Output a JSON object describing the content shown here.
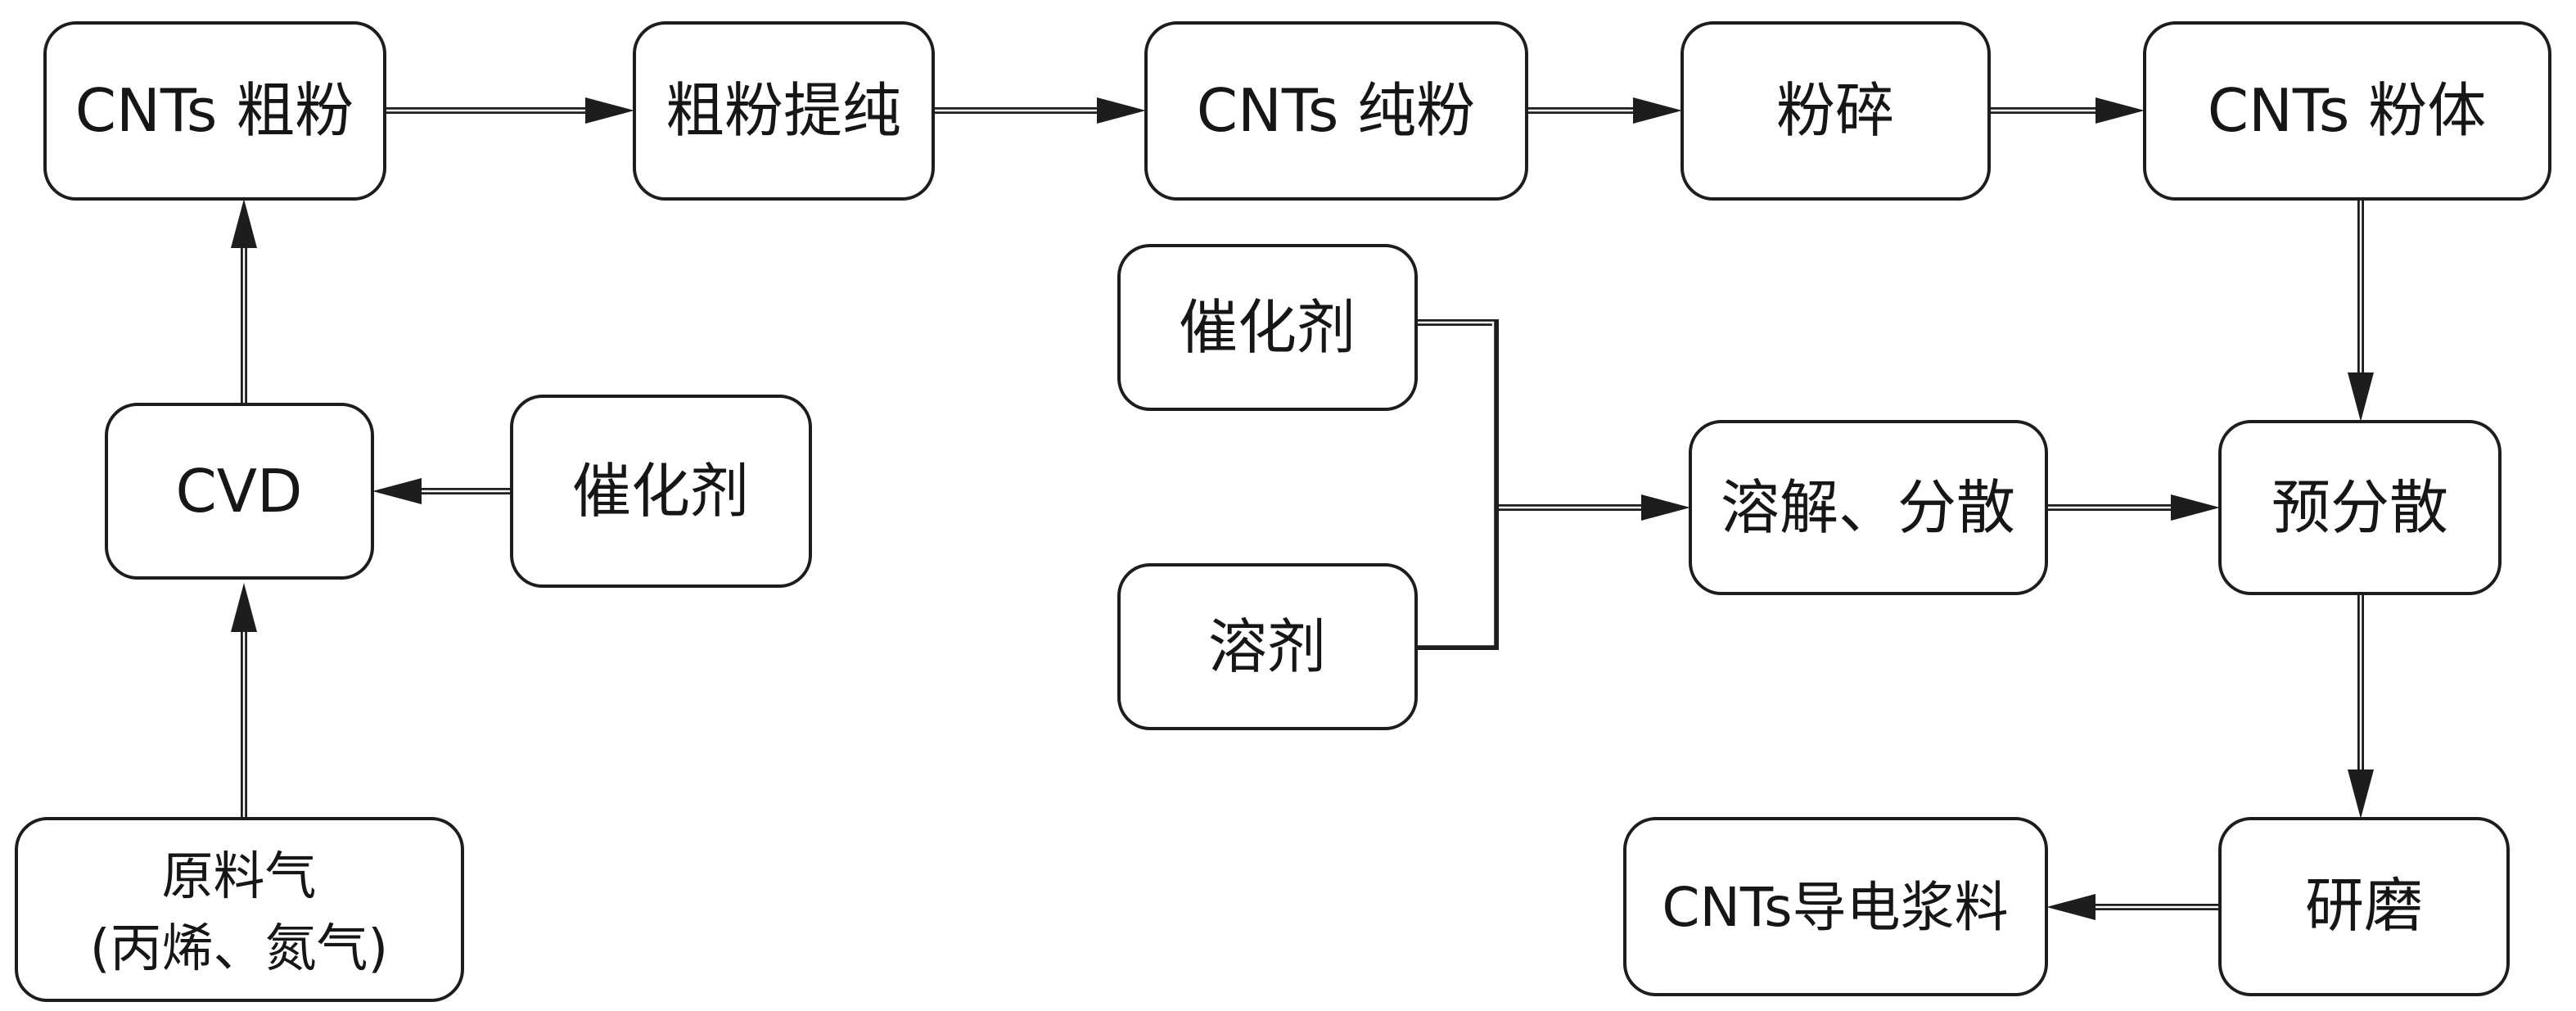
{
  "figure": {
    "type": "flowchart",
    "description_domain": "CNTs conductive paste production process flow diagram",
    "background_color": "#ffffff",
    "line_color": "#1d1d1b",
    "text_color": "#161616"
  },
  "nodes": {
    "cnts_crude": {
      "label": "CNTs 粗粉"
    },
    "purify": {
      "label": "粗粉提纯"
    },
    "cnts_pure": {
      "label": "CNTs 纯粉"
    },
    "crush": {
      "label": "粉碎"
    },
    "cnts_powder": {
      "label": "CNTs 粉体"
    },
    "cvd": {
      "label": "CVD"
    },
    "catalyst_cvd": {
      "label": "催化剂"
    },
    "catalyst_mix": {
      "label": "催化剂"
    },
    "solvent": {
      "label": "溶剂"
    },
    "dissolve": {
      "label": "溶解、分散"
    },
    "predisperse": {
      "label": "预分散"
    },
    "feed_gas": {
      "line1": "原料气",
      "line2": "(丙烯、氮气)"
    },
    "grind": {
      "label": "研磨"
    },
    "paste": {
      "label": "CNTs导电浆料"
    }
  },
  "edges": [
    {
      "from": "cnts_crude",
      "to": "purify"
    },
    {
      "from": "purify",
      "to": "cnts_pure"
    },
    {
      "from": "cnts_pure",
      "to": "crush"
    },
    {
      "from": "crush",
      "to": "cnts_powder"
    },
    {
      "from": "cvd",
      "to": "cnts_crude"
    },
    {
      "from": "catalyst_cvd",
      "to": "cvd"
    },
    {
      "from": "feed_gas",
      "to": "cvd"
    },
    {
      "from": "catalyst_mix",
      "to": "dissolve"
    },
    {
      "from": "solvent",
      "to": "dissolve"
    },
    {
      "from": "dissolve",
      "to": "predisperse"
    },
    {
      "from": "cnts_powder",
      "to": "predisperse"
    },
    {
      "from": "predisperse",
      "to": "grind"
    },
    {
      "from": "grind",
      "to": "paste"
    }
  ]
}
